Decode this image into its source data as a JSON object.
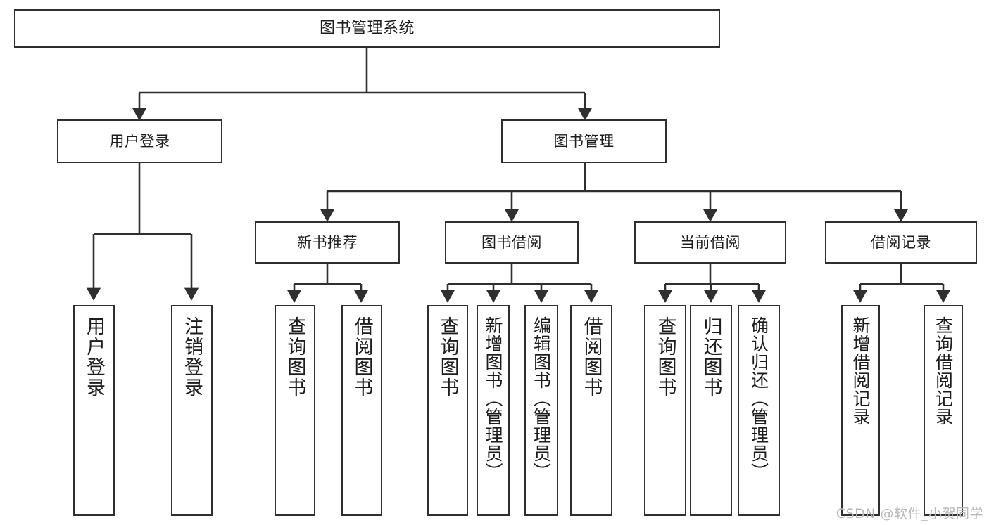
{
  "diagram": {
    "type": "tree",
    "title": "图书管理系统",
    "root": {
      "label": "图书管理系统"
    },
    "level1": [
      {
        "label": "用户登录"
      },
      {
        "label": "图书管理"
      }
    ],
    "level2": [
      {
        "label": "新书推荐"
      },
      {
        "label": "图书借阅"
      },
      {
        "label": "当前借阅"
      },
      {
        "label": "借阅记录"
      }
    ],
    "leaves": {
      "user_login": [
        {
          "label": "用户登录"
        },
        {
          "label": "注销登录"
        }
      ],
      "new_book_recommend": [
        {
          "label": "查询图书"
        },
        {
          "label": "借阅图书"
        }
      ],
      "book_borrow": [
        {
          "label": "查询图书"
        },
        {
          "label": "新增图书（管理员）"
        },
        {
          "label": "编辑图书（管理员）"
        },
        {
          "label": "借阅图书"
        }
      ],
      "current_borrow": [
        {
          "label": "查询图书"
        },
        {
          "label": "归还图书"
        },
        {
          "label": "确认归还（管理员）"
        }
      ],
      "borrow_record": [
        {
          "label": "新增借阅记录"
        },
        {
          "label": "查询借阅记录"
        }
      ]
    }
  },
  "watermark": {
    "text": "CSDN @软件_小贺同学"
  },
  "colors": {
    "stroke": "#2f2f2f",
    "fill": "#ffffff",
    "text": "#1d1d1d",
    "watermark": "#b9b9b9"
  }
}
